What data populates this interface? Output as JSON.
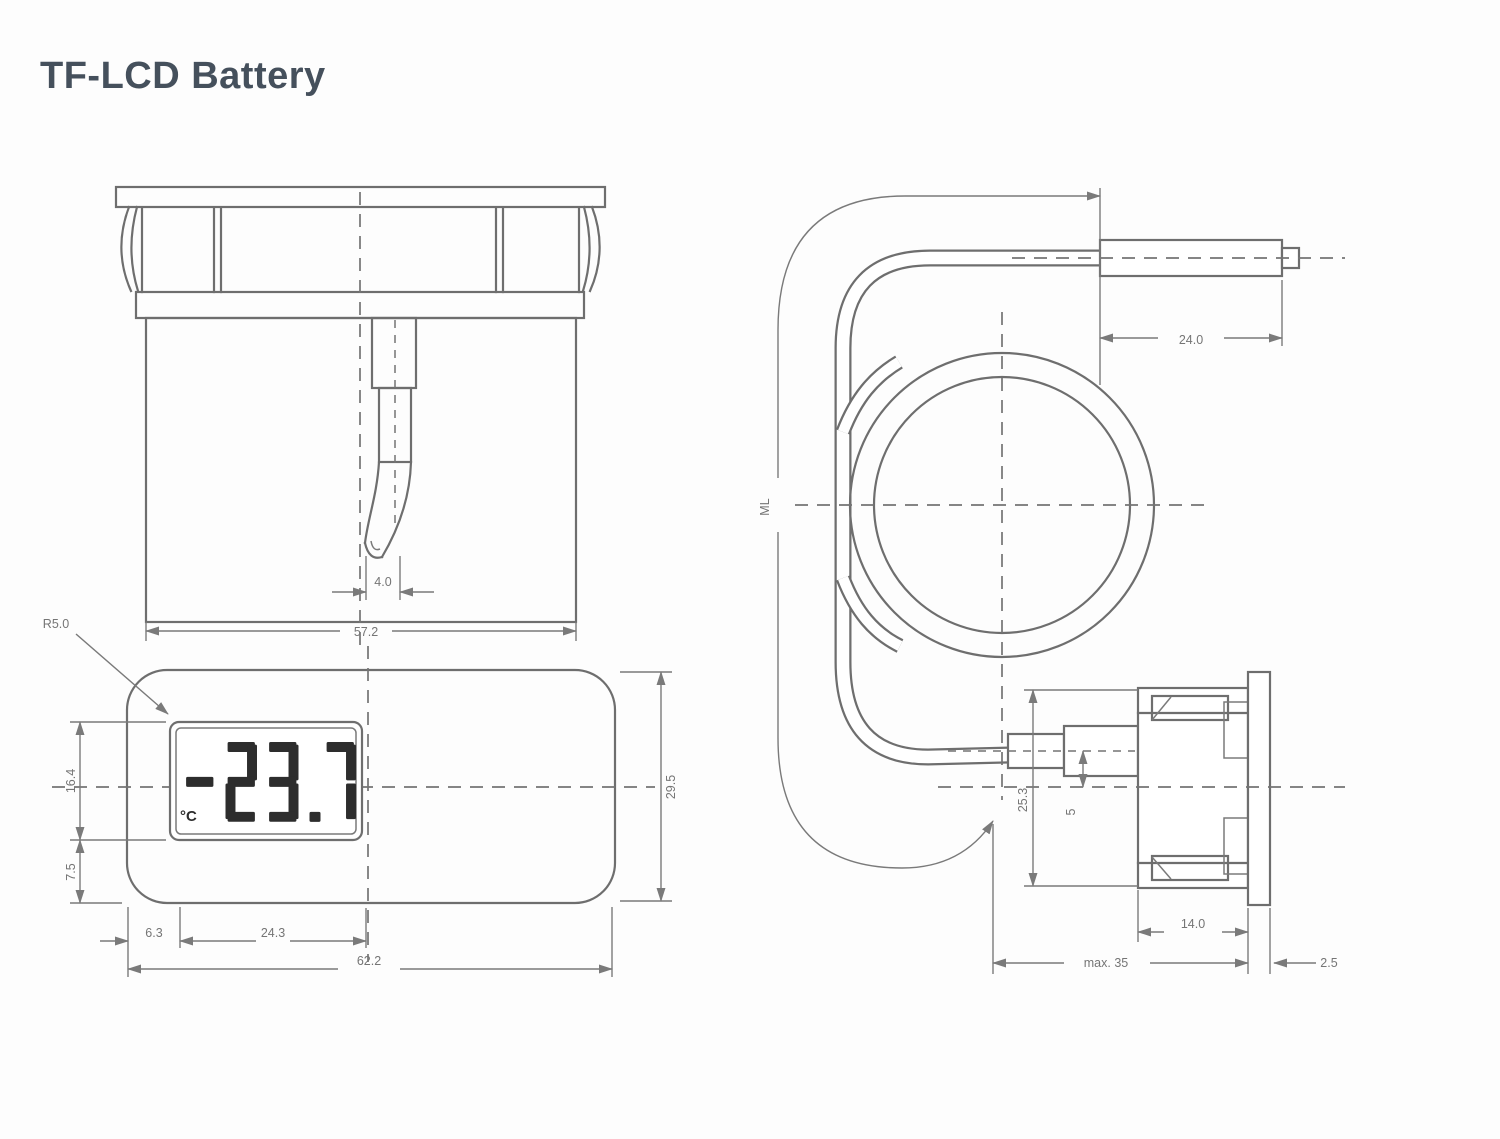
{
  "title": "TF-LCD Battery",
  "colors": {
    "title_text": "#45505c",
    "line": "#6e6e6e",
    "dim_text": "#757575",
    "lcd_digit": "#2d2d2d",
    "rule": "#bdbdbd",
    "background": "#ffffff"
  },
  "lcd": {
    "value": "-23.7",
    "unit": "°C"
  },
  "dimensions": {
    "side_view": {
      "tube_diameter": "4.0",
      "body_width": "57.2"
    },
    "front_view": {
      "corner_radius": "R5.0",
      "display_height": "16.4",
      "lower_margin": "7.5",
      "display_offset": "6.3",
      "display_width": "24.3",
      "overall_width": "62.2",
      "overall_height": "29.5"
    },
    "capillary_view": {
      "probe_length": "24.0",
      "capillary_length": "ML",
      "body_height": "25.3",
      "axis_offset": "5",
      "body_depth": "14.0",
      "max_depth": "max. 35",
      "flange_thickness": "2.5"
    }
  }
}
